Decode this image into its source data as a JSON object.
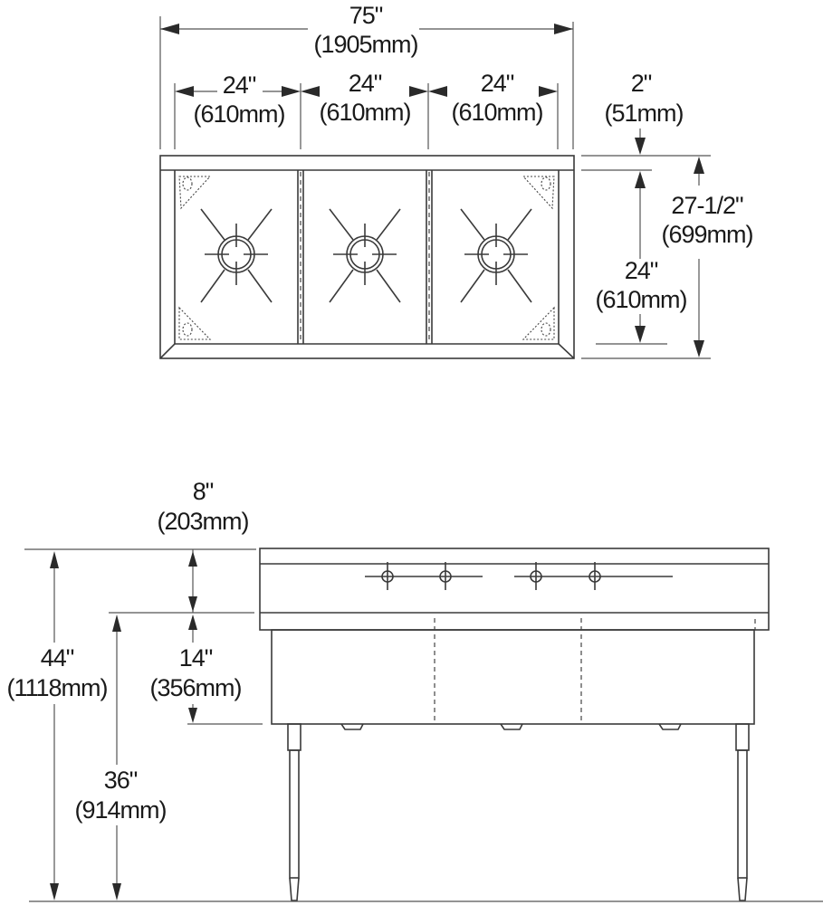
{
  "top_view": {
    "overall_width": {
      "in": "75\"",
      "mm": "(1905mm)"
    },
    "compartments": [
      {
        "in": "24\"",
        "mm": "(610mm)"
      },
      {
        "in": "24\"",
        "mm": "(610mm)"
      },
      {
        "in": "24\"",
        "mm": "(610mm)"
      }
    ],
    "backsplash": {
      "in": "2\"",
      "mm": "(51mm)"
    },
    "overall_depth": {
      "in": "27-1/2\"",
      "mm": "(699mm)"
    },
    "bowl_depth": {
      "in": "24\"",
      "mm": "(610mm)"
    }
  },
  "front_view": {
    "backsplash_height": {
      "in": "8\"",
      "mm": "(203mm)"
    },
    "overall_height": {
      "in": "44\"",
      "mm": "(1118mm)"
    },
    "bowl_depth": {
      "in": "14\"",
      "mm": "(356mm)"
    },
    "rim_height": {
      "in": "36\"",
      "mm": "(914mm)"
    }
  },
  "colors": {
    "line": "#3a3a3a",
    "text": "#1a1a1a",
    "background": "#ffffff"
  }
}
